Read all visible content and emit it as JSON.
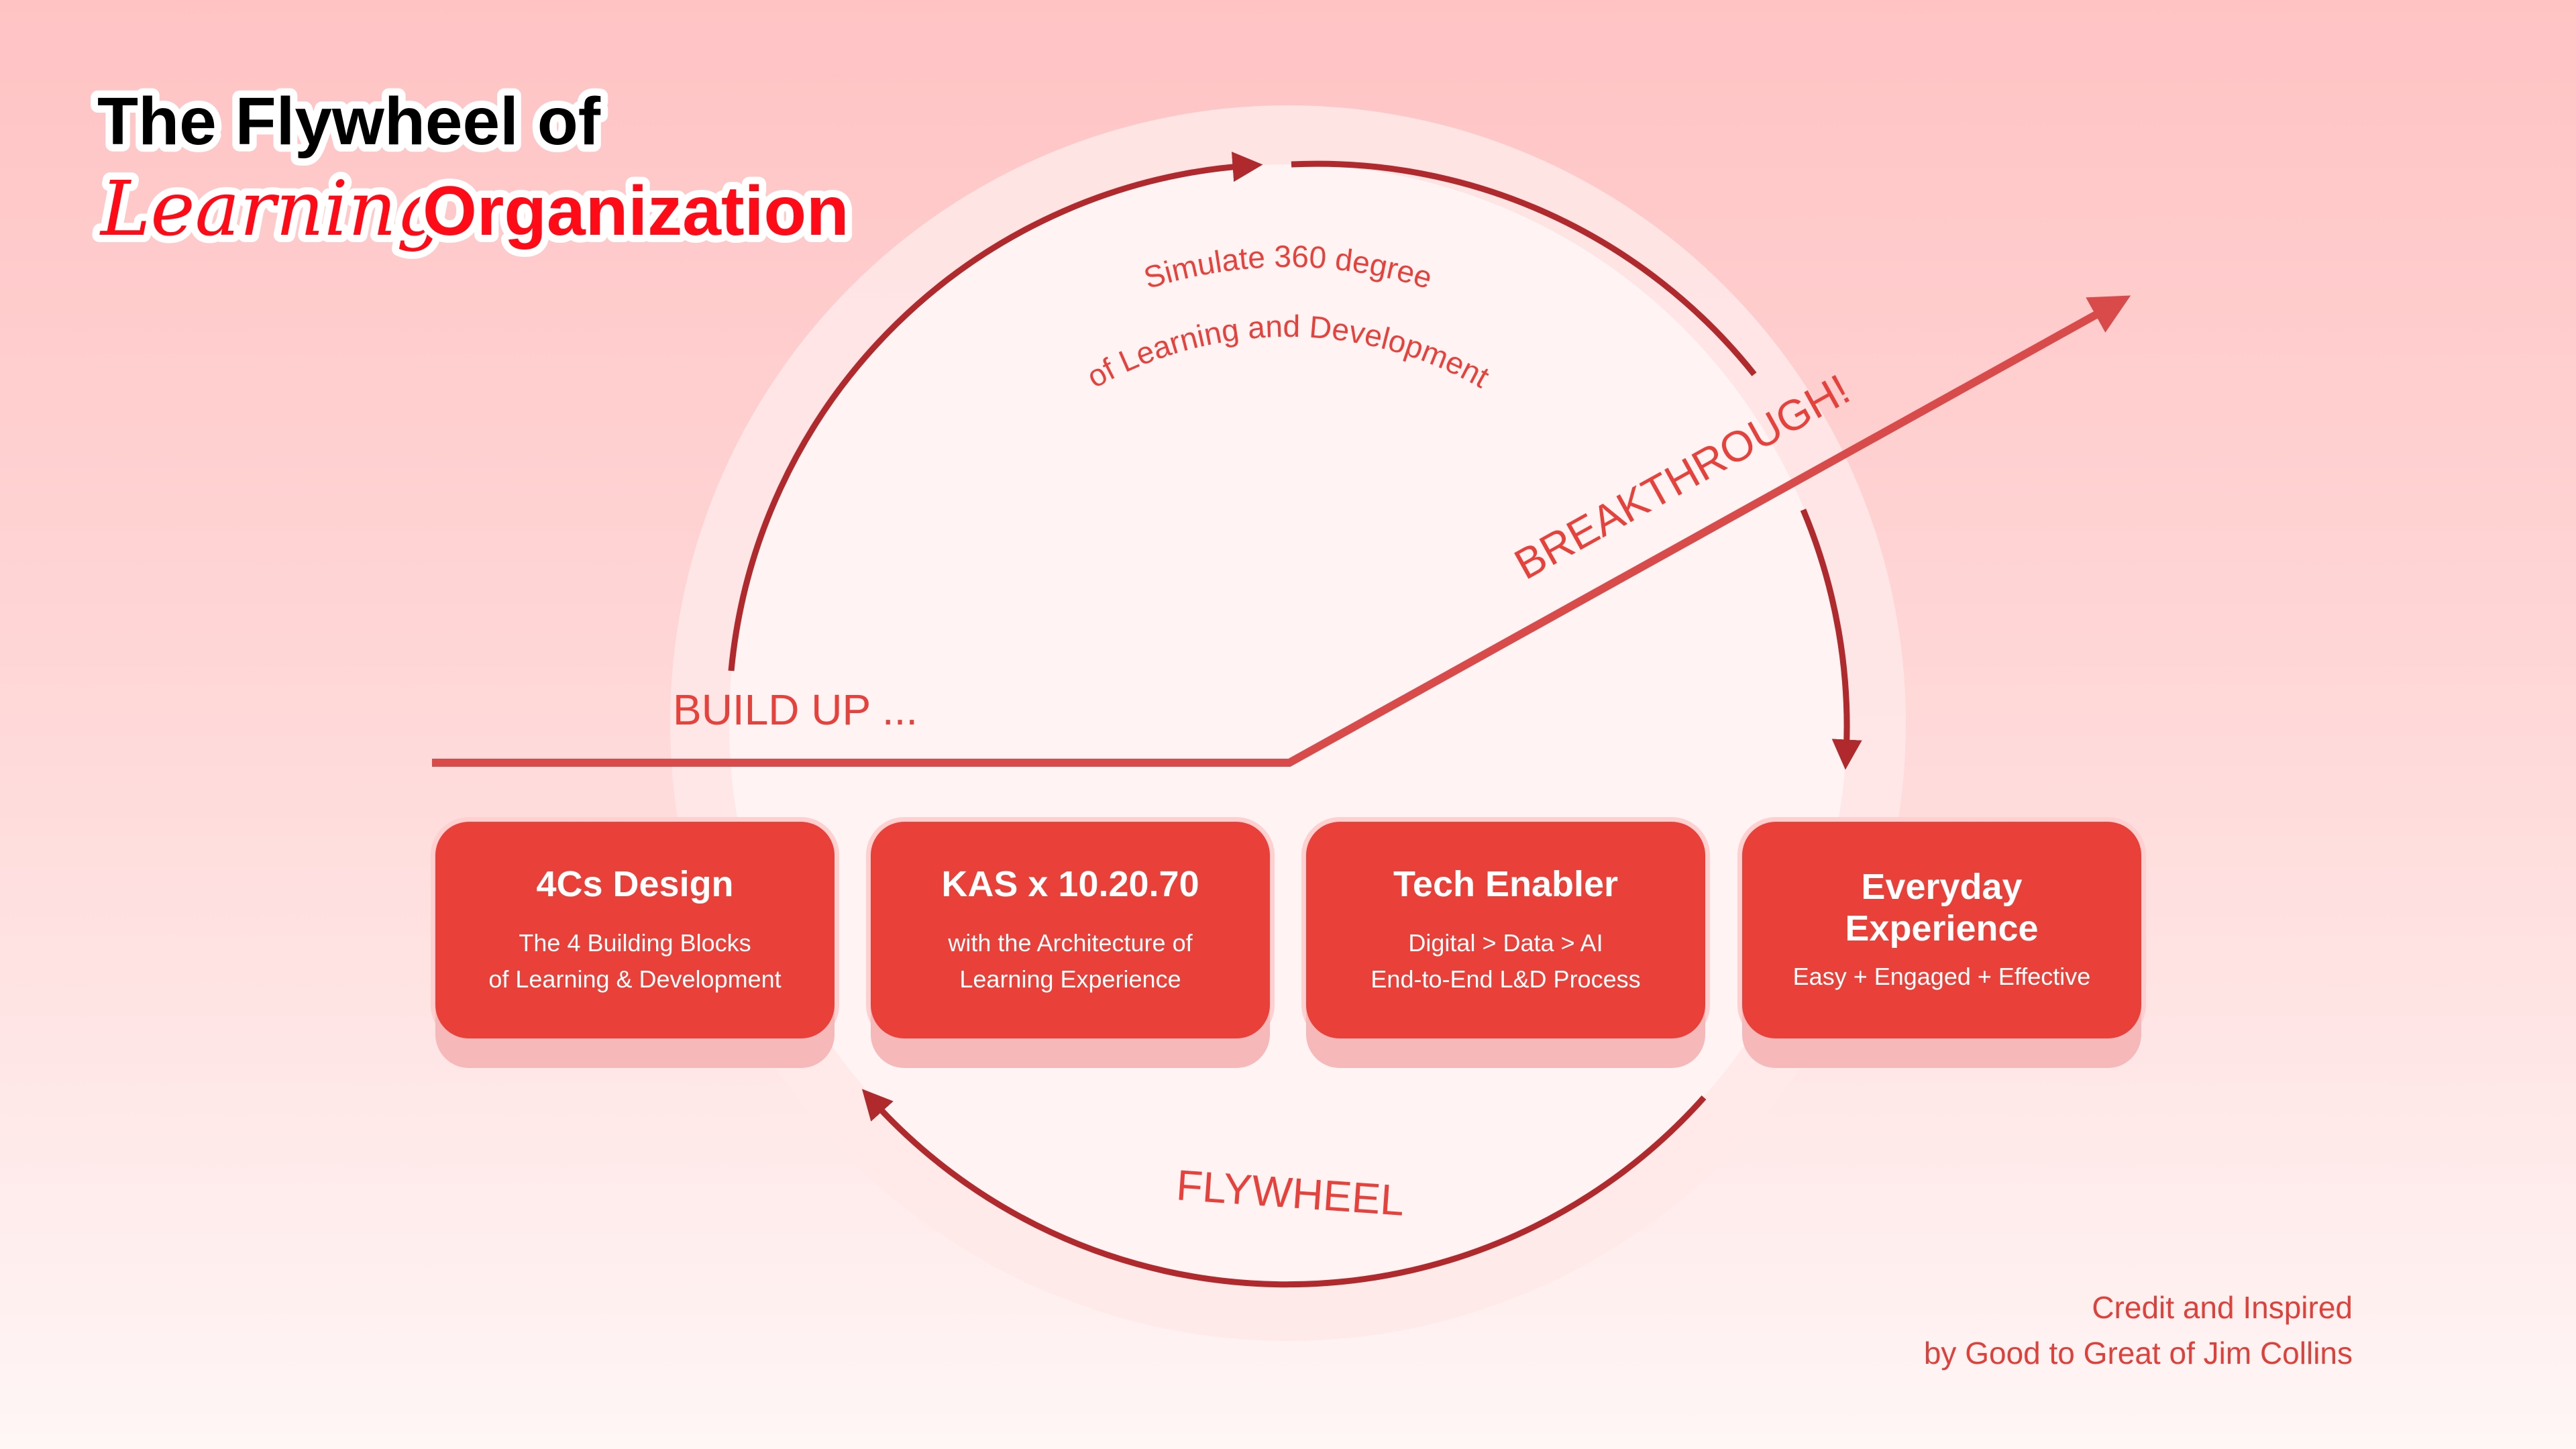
{
  "title": {
    "line1": "The Flywheel of",
    "script_word": "Learning",
    "word2": "Organization"
  },
  "arc_text": {
    "line1": "Simulate 360 degree",
    "line2": "of Learning and Development"
  },
  "labels": {
    "build_up": "BUILD UP ...",
    "breakthrough": "BREAKTHROUGH!",
    "flywheel": "FLYWHEEL"
  },
  "cards": [
    {
      "title": "4Cs Design",
      "lines": [
        "The 4 Building Blocks",
        "of Learning & Development"
      ]
    },
    {
      "title": "KAS x 10.20.70",
      "lines": [
        "with the Architecture of",
        "Learning Experience"
      ]
    },
    {
      "title": "Tech Enabler",
      "lines": [
        "Digital > Data > AI",
        "End-to-End L&D Process"
      ]
    },
    {
      "title": "Everyday Experience",
      "lines": [
        "Easy + Engaged + Effective"
      ]
    }
  ],
  "credit": {
    "line1": "Credit and Inspired",
    "line2": "by Good to Great of Jim Collins"
  },
  "colors": {
    "accent": "#e9403a",
    "arc": "#b0292d",
    "title_red": "#ff0a17",
    "card_shadow": "#f6b8b8"
  }
}
